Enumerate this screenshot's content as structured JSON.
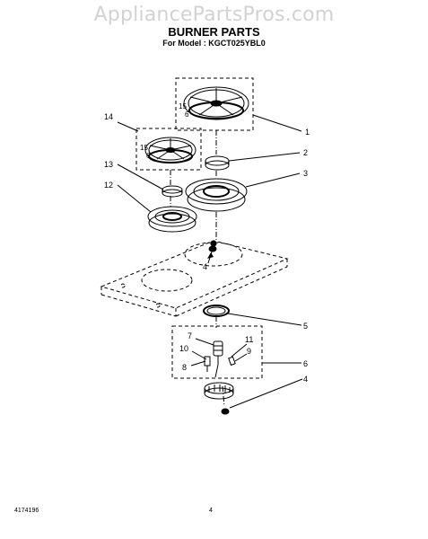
{
  "watermark": "AppliancePartsPros.com",
  "title": "BURNER PARTS",
  "subtitle": "For Model : KGCT025YBL0",
  "footer": {
    "doc_number": "4174196",
    "page_number": "4"
  },
  "callouts": {
    "c1": "1",
    "c2": "2",
    "c3": "3",
    "c4a": "4",
    "c4b": "4",
    "c4c": "4",
    "c5": "5",
    "c6": "6",
    "c7": "7",
    "c8": "8",
    "c9": "9",
    "c10": "10",
    "c11": "11",
    "c12": "12",
    "c13": "13",
    "c14": "14",
    "c15a": "15",
    "c15b": "15",
    "c6a": "6",
    "c6b": "6"
  }
}
